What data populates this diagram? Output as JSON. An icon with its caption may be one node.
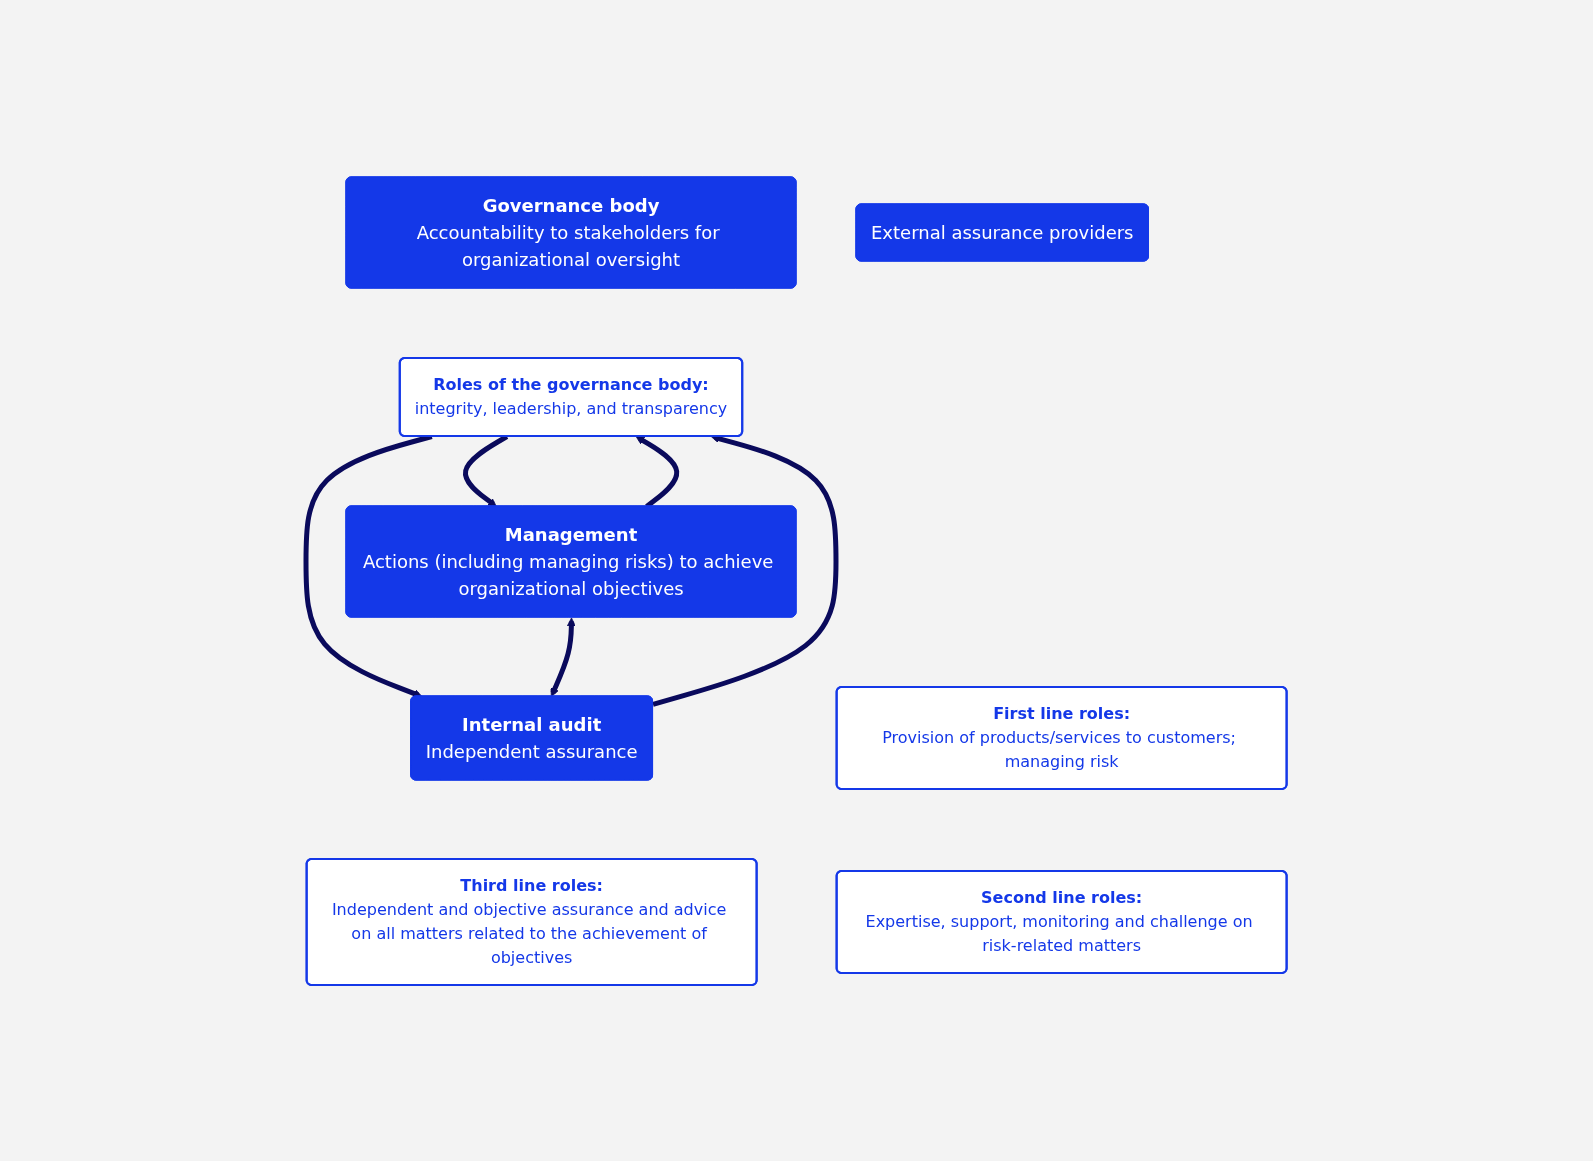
{
  "diagram": {
    "nodes": [
      {
        "text": [
          "Governance body",
          "Accountability to stakeholders for organizational oversight"
        ]
      },
      {
        "text": [
          "Roles of the governance body:",
          "integrity, leadership, and transparency"
        ]
      },
      {
        "text": [
          "Management",
          "Actions (including managing risks) to achieve organizational objectives"
        ]
      },
      {
        "text": [
          "First line roles:",
          "Provision of products/services to customers; managing risk"
        ]
      },
      {
        "text": [
          "Second line roles:",
          "Expertise, support, monitoring and challenge on risk-related matters"
        ]
      },
      {
        "text": [
          "Internal audit",
          "Independent assurance"
        ]
      },
      {
        "text": [
          "Third line roles:",
          "Independent and objective assurance and advice on all matters related to the achievement of objectives"
        ]
      },
      {
        "text": [
          "External assurance providers"
        ]
      }
    ],
    "edges": [
      {
        "from": 1,
        "to": 2,
        "arrow": "to"
      },
      {
        "from": 2,
        "to": 1,
        "arrow": "to"
      },
      {
        "from": 1,
        "to": 5,
        "arrow": "to"
      },
      {
        "from": 5,
        "to": 1,
        "arrow": "to"
      },
      {
        "from": 2,
        "to": 5,
        "arrow": "both"
      }
    ]
  }
}
